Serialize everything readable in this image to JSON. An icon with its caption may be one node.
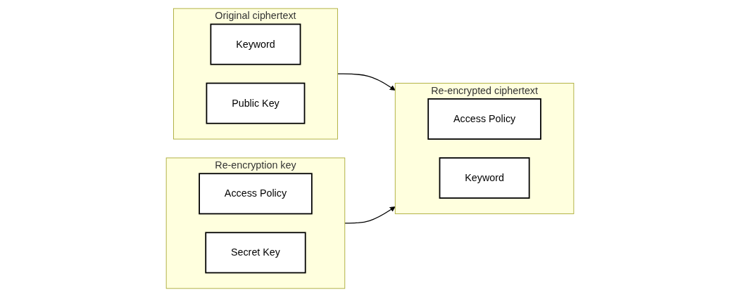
{
  "diagram": {
    "nodes": [
      {
        "text": [
          "Original ciphertext"
        ]
      },
      {
        "text": [
          "Keyword"
        ],
        "in": 0
      },
      {
        "text": [
          "Public Key"
        ],
        "in": 0
      },
      {
        "text": [
          "Re-encryption key"
        ]
      },
      {
        "text": [
          "Access Policy"
        ],
        "in": 3
      },
      {
        "text": [
          "Secret Key"
        ],
        "in": 3
      },
      {
        "text": [
          "Re-encrypted ciphertext"
        ]
      },
      {
        "text": [
          "Access Policy"
        ],
        "in": 6
      },
      {
        "text": [
          "Keyword"
        ],
        "in": 6
      }
    ],
    "edges": [
      {
        "from": 0,
        "to": 6,
        "arrow": "to"
      },
      {
        "from": 3,
        "to": 6,
        "arrow": "to"
      }
    ]
  }
}
